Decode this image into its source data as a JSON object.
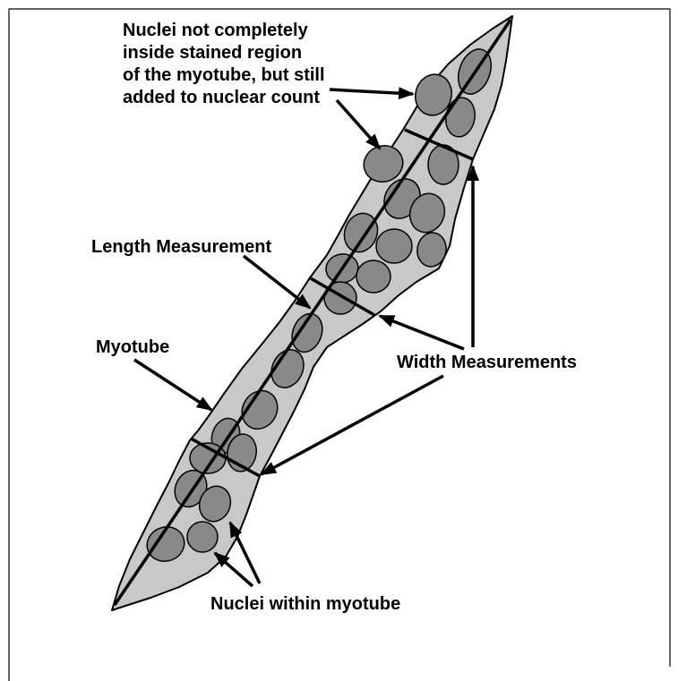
{
  "labels": {
    "nuclei_boundary": {
      "lines": [
        "Nuclei not completely",
        "inside stained region",
        "of the myotube, but still",
        "added to nuclear count"
      ]
    },
    "length": "Length Measurement",
    "myotube": "Myotube",
    "width": "Width Measurements",
    "nuclei_within": "Nuclei within myotube"
  },
  "colors": {
    "myotube_fill": "#c8c8c8",
    "nucleus_fill": "#898989",
    "line": "#000000"
  }
}
